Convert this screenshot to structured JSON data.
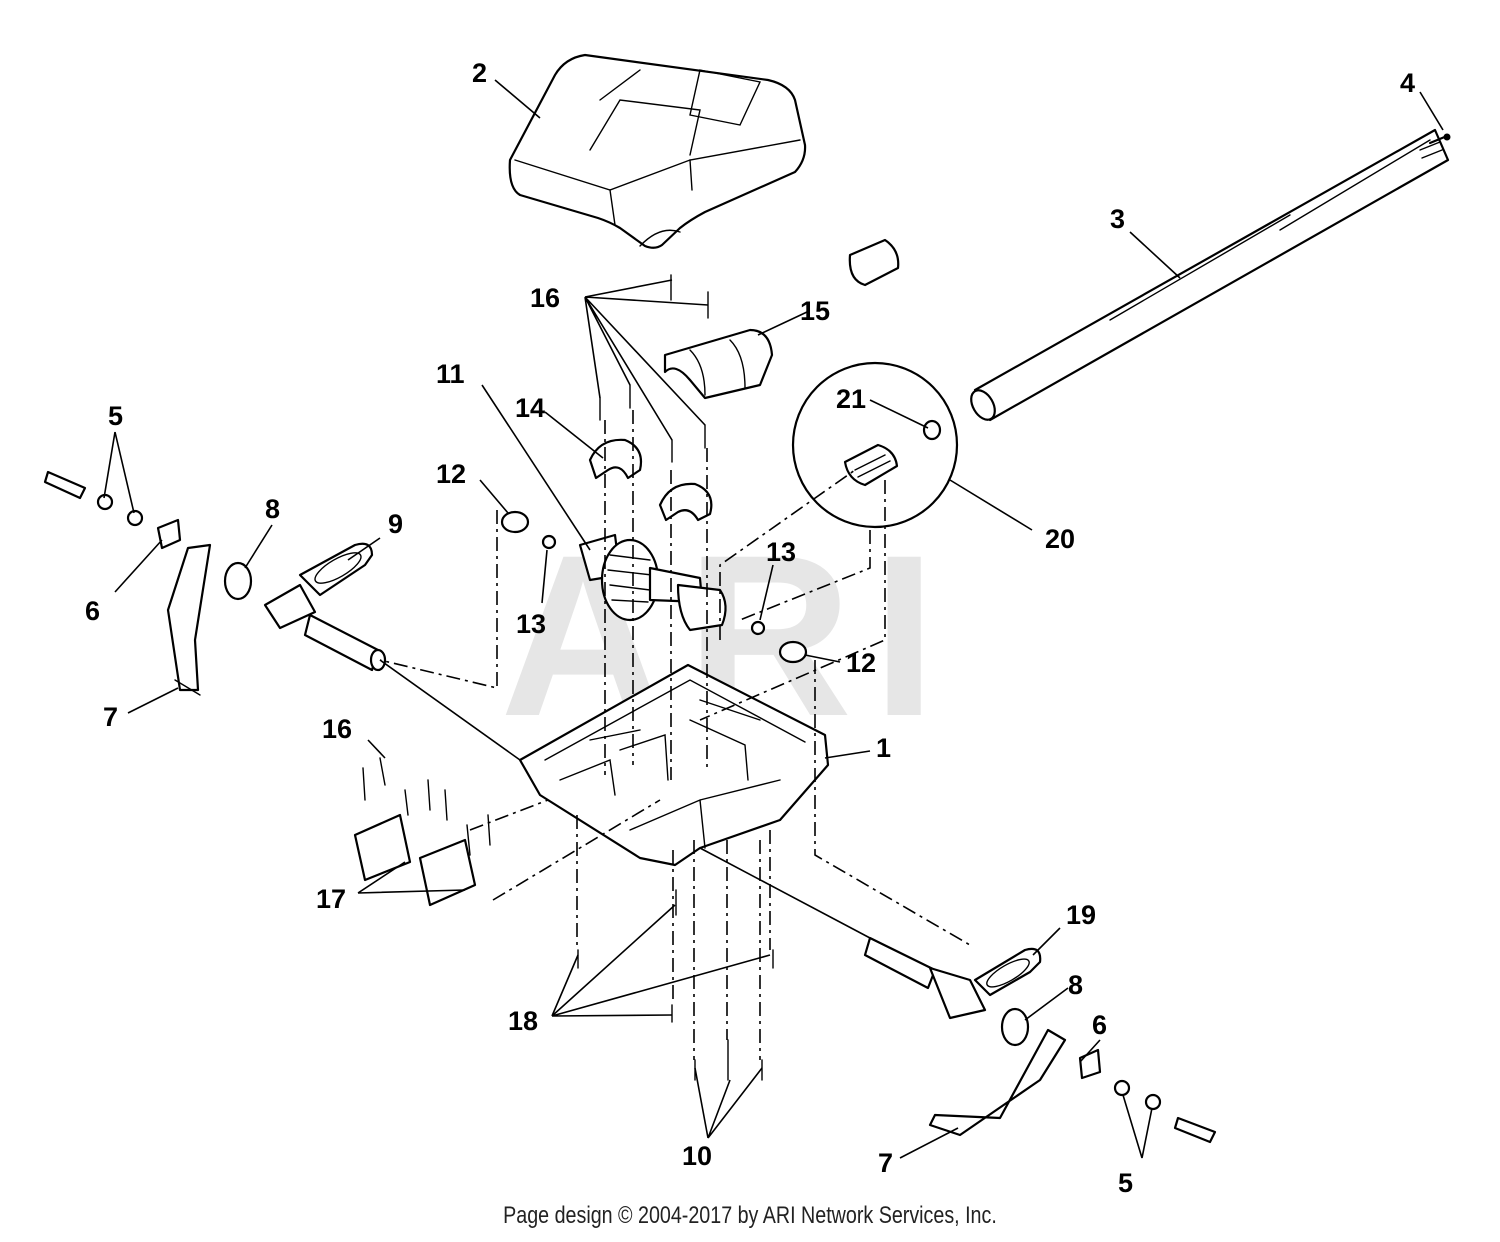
{
  "watermark": "ARI",
  "footer": "Page design © 2004-2017 by ARI Network Services, Inc.",
  "callouts": {
    "c1": "1",
    "c2": "2",
    "c3": "3",
    "c4": "4",
    "c5a": "5",
    "c5b": "5",
    "c6a": "6",
    "c6b": "6",
    "c7a": "7",
    "c7b": "7",
    "c8a": "8",
    "c8b": "8",
    "c9": "9",
    "c10": "10",
    "c11": "11",
    "c12a": "12",
    "c12b": "12",
    "c13a": "13",
    "c13b": "13",
    "c14": "14",
    "c15": "15",
    "c16a": "16",
    "c16b": "16",
    "c17": "17",
    "c18": "18",
    "c19": "19",
    "c20": "20",
    "c21": "21"
  }
}
